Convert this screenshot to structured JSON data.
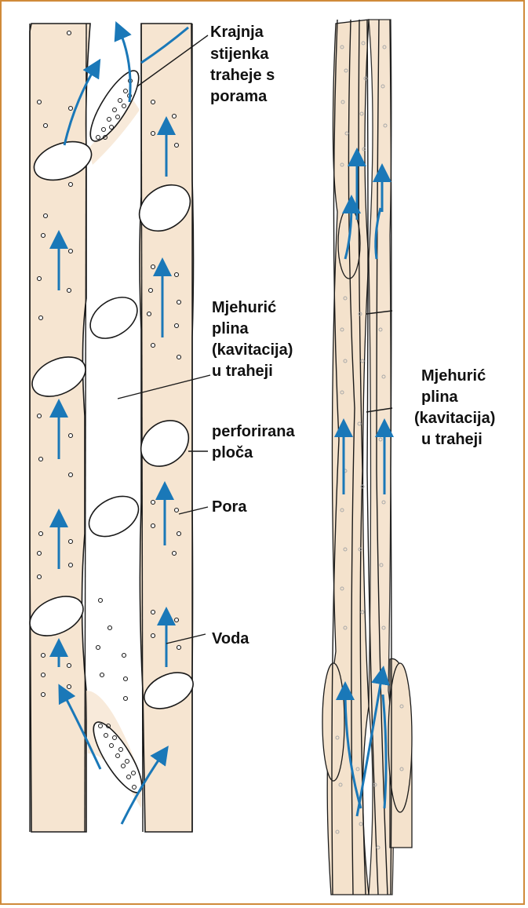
{
  "labels": {
    "end_wall": [
      "Krajnja",
      "stijenka",
      "traheje s",
      "porama"
    ],
    "bubble_left": [
      "Mjehurić",
      "plina",
      "(kavitacija)",
      "u traheji"
    ],
    "perforated_plate": [
      "perforirana",
      "ploča"
    ],
    "pore": "Pora",
    "water": "Voda",
    "bubble_right": [
      "Mjehurić",
      "plina",
      "(kavitacija)",
      "u traheji"
    ]
  },
  "colors": {
    "frame": "#d08a3a",
    "vessel_fill": "#f6e5d1",
    "water_arrow": "#1a78b8",
    "outline": "#1a1a1a"
  }
}
